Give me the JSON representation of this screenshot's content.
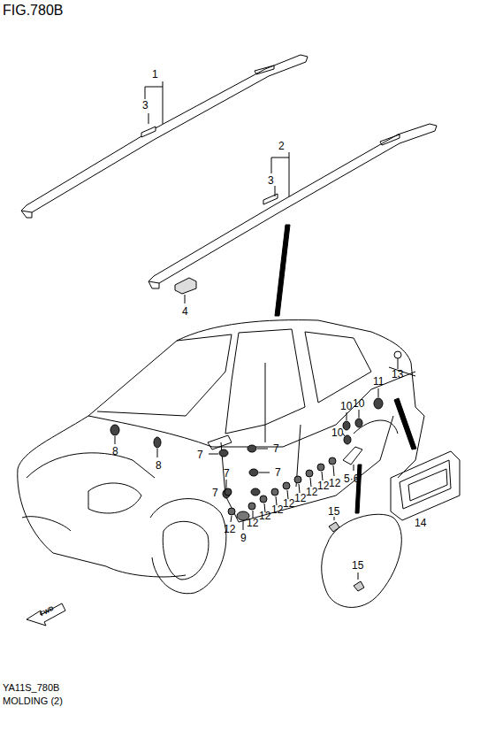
{
  "diagram": {
    "title": "FIG.780B",
    "caption": "MOLDING (2)",
    "labels": [
      "1",
      "3",
      "2",
      "3",
      "4",
      "13",
      "11",
      "10",
      "10",
      "10",
      "8",
      "8",
      "7",
      "7",
      "7",
      "7",
      "7",
      "5·6",
      "12",
      "12",
      "12",
      "12",
      "12",
      "12",
      "12",
      "12",
      "12",
      "9",
      "15",
      "14",
      "15",
      "FWD",
      "YA11S_780B"
    ]
  }
}
